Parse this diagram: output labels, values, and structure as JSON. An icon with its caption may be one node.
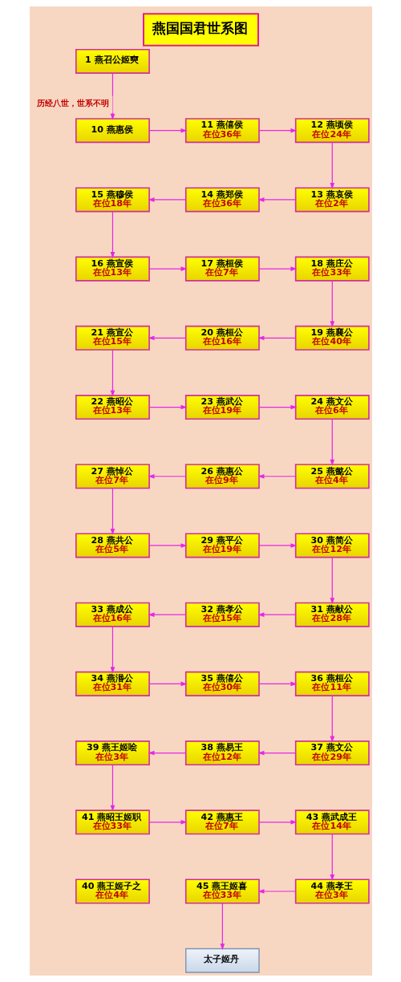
{
  "diagram": {
    "title": "燕国国君世系图",
    "nodes": [
      {
        "text": [
          "1 燕召公姬奭"
        ]
      },
      {
        "text": [
          "10 燕惠侯"
        ]
      },
      {
        "text": [
          "11 燕僖侯",
          "在位36年"
        ]
      },
      {
        "text": [
          "12 燕顷侯",
          "在位24年"
        ]
      },
      {
        "text": [
          "13 燕哀侯",
          "在位2年"
        ]
      },
      {
        "text": [
          "14 燕郑侯",
          "在位36年"
        ]
      },
      {
        "text": [
          "15 燕穆侯",
          "在位18年"
        ]
      },
      {
        "text": [
          "16 燕宣侯",
          "在位13年"
        ]
      },
      {
        "text": [
          "17 燕桓侯",
          "在位7年"
        ]
      },
      {
        "text": [
          "18 燕庄公",
          "在位33年"
        ]
      },
      {
        "text": [
          "19 燕襄公",
          "在位40年"
        ]
      },
      {
        "text": [
          "20 燕桓公",
          "在位16年"
        ]
      },
      {
        "text": [
          "21 燕宣公",
          "在位15年"
        ]
      },
      {
        "text": [
          "22 燕昭公",
          "在位13年"
        ]
      },
      {
        "text": [
          "23 燕武公",
          "在位19年"
        ]
      },
      {
        "text": [
          "24 燕文公",
          "在位6年"
        ]
      },
      {
        "text": [
          "25 燕懿公",
          "在位4年"
        ]
      },
      {
        "text": [
          "26 燕惠公",
          "在位9年"
        ]
      },
      {
        "text": [
          "27 燕悼公",
          "在位7年"
        ]
      },
      {
        "text": [
          "28 燕共公",
          "在位5年"
        ]
      },
      {
        "text": [
          "29 燕平公",
          "在位19年"
        ]
      },
      {
        "text": [
          "30 燕简公",
          "在位12年"
        ]
      },
      {
        "text": [
          "31 燕献公",
          "在位28年"
        ]
      },
      {
        "text": [
          "32 燕孝公",
          "在位15年"
        ]
      },
      {
        "text": [
          "33 燕成公",
          "在位16年"
        ]
      },
      {
        "text": [
          "34 燕湣公",
          "在位31年"
        ]
      },
      {
        "text": [
          "35 燕僖公",
          "在位30年"
        ]
      },
      {
        "text": [
          "36 燕桓公",
          "在位11年"
        ]
      },
      {
        "text": [
          "37 燕文公",
          "在位29年"
        ]
      },
      {
        "text": [
          "38 燕易王",
          "在位12年"
        ]
      },
      {
        "text": [
          "39 燕王姬哙",
          "在位3年"
        ]
      },
      {
        "text": [
          "40 燕王姬子之",
          "在位4年"
        ]
      },
      {
        "text": [
          "41 燕昭王姬职",
          "在位33年"
        ]
      },
      {
        "text": [
          "42 燕惠王",
          "在位7年"
        ]
      },
      {
        "text": [
          "43 燕武成王",
          "在位14年"
        ]
      },
      {
        "text": [
          "44 燕孝王",
          "在位3年"
        ]
      },
      {
        "text": [
          "45 燕王姬喜",
          "在位33年"
        ]
      },
      {
        "text": [
          "太子姬丹"
        ]
      }
    ],
    "edges": [
      {
        "from": 0,
        "to": 1,
        "arrow": "to",
        "label": "历经八世，世系不明"
      },
      {
        "from": 1,
        "to": 2,
        "arrow": "to"
      },
      {
        "from": 2,
        "to": 3,
        "arrow": "to"
      },
      {
        "from": 3,
        "to": 4,
        "arrow": "to"
      },
      {
        "from": 4,
        "to": 5,
        "arrow": "to"
      },
      {
        "from": 5,
        "to": 6,
        "arrow": "to"
      },
      {
        "from": 6,
        "to": 7,
        "arrow": "to"
      },
      {
        "from": 7,
        "to": 8,
        "arrow": "to"
      },
      {
        "from": 8,
        "to": 9,
        "arrow": "to"
      },
      {
        "from": 9,
        "to": 10,
        "arrow": "to"
      },
      {
        "from": 10,
        "to": 11,
        "arrow": "to"
      },
      {
        "from": 11,
        "to": 12,
        "arrow": "to"
      },
      {
        "from": 12,
        "to": 13,
        "arrow": "to"
      },
      {
        "from": 13,
        "to": 14,
        "arrow": "to"
      },
      {
        "from": 14,
        "to": 15,
        "arrow": "to"
      },
      {
        "from": 15,
        "to": 16,
        "arrow": "to"
      },
      {
        "from": 16,
        "to": 17,
        "arrow": "to"
      },
      {
        "from": 17,
        "to": 18,
        "arrow": "to"
      },
      {
        "from": 18,
        "to": 19,
        "arrow": "to"
      },
      {
        "from": 19,
        "to": 20,
        "arrow": "to"
      },
      {
        "from": 20,
        "to": 21,
        "arrow": "to"
      },
      {
        "from": 21,
        "to": 22,
        "arrow": "to"
      },
      {
        "from": 22,
        "to": 23,
        "arrow": "to"
      },
      {
        "from": 23,
        "to": 24,
        "arrow": "to"
      },
      {
        "from": 24,
        "to": 25,
        "arrow": "to"
      },
      {
        "from": 25,
        "to": 26,
        "arrow": "to"
      },
      {
        "from": 26,
        "to": 27,
        "arrow": "to"
      },
      {
        "from": 27,
        "to": 28,
        "arrow": "to"
      },
      {
        "from": 28,
        "to": 29,
        "arrow": "to"
      },
      {
        "from": 29,
        "to": 30,
        "arrow": "to"
      },
      {
        "from": 30,
        "to": 32,
        "arrow": "to"
      },
      {
        "from": 32,
        "to": 33,
        "arrow": "to"
      },
      {
        "from": 33,
        "to": 34,
        "arrow": "to"
      },
      {
        "from": 34,
        "to": 35,
        "arrow": "to"
      },
      {
        "from": 35,
        "to": 36,
        "arrow": "to"
      },
      {
        "from": 36,
        "to": 37,
        "arrow": "to"
      }
    ]
  }
}
